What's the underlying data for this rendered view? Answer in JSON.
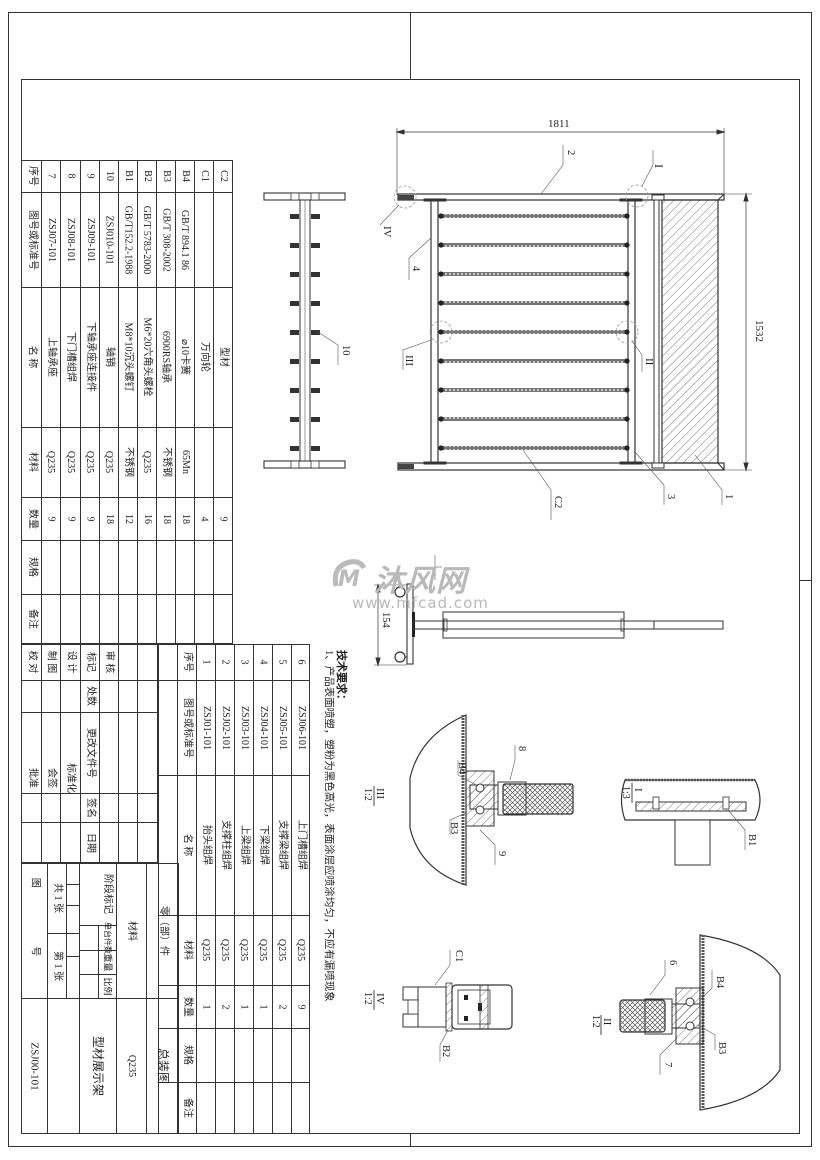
{
  "drawing": {
    "title_block": {
      "part_type": "零（部）件",
      "drawing_name": "总装图",
      "material_label": "材料",
      "material": "Q235",
      "product_name": "型材展示架",
      "drawing_no_label": "图 号",
      "drawing_no": "ZSJ00-101",
      "stage_mark": "阶段标记",
      "unit_count": "单台件数",
      "weight": "重量",
      "scale": "比例",
      "total_sheets": "共 1 张",
      "sheet_no": "第 1 张",
      "sign_rows": [
        "标记",
        "设 计",
        "制 图",
        "校 对",
        "审 核"
      ],
      "sign_cols": [
        "处数",
        "更改文件号",
        "签名",
        "日期"
      ],
      "standardization": "标准化",
      "countersign": "会签",
      "approve": "批准"
    },
    "bom_upper": {
      "headers": [
        "序号",
        "图号或标准号",
        "名 称",
        "材料",
        "数量",
        "规格",
        "备注"
      ],
      "rows": [
        {
          "no": "C2",
          "code": "",
          "name": "型材",
          "material": "",
          "qty": "9"
        },
        {
          "no": "C1",
          "code": "",
          "name": "万向轮",
          "material": "",
          "qty": "4"
        },
        {
          "no": "B4",
          "code": "GB/T 894.1 86",
          "name": "⌀10卡簧",
          "material": "65Mn",
          "qty": "18"
        },
        {
          "no": "B3",
          "code": "GB/T 308-2002",
          "name": "6900RS轴承",
          "material": "不锈钢",
          "qty": "18"
        },
        {
          "no": "B2",
          "code": "GB/T 5783-2000",
          "name": "M6*20六角头螺栓",
          "material": "Q235",
          "qty": "16"
        },
        {
          "no": "B1",
          "code": "GB/T152.2-1988",
          "name": "M8*10沉头螺钉",
          "material": "不锈钢",
          "qty": "12"
        },
        {
          "no": "10",
          "code": "ZSJ010-101",
          "name": "轴销",
          "material": "Q235",
          "qty": "18"
        },
        {
          "no": "9",
          "code": "ZSJ09-101",
          "name": "下轴承座连接件",
          "material": "Q235",
          "qty": "9"
        },
        {
          "no": "8",
          "code": "ZSJ08-101",
          "name": "下门槽组焊",
          "material": "Q235",
          "qty": "9"
        },
        {
          "no": "7",
          "code": "ZSJ07-101",
          "name": "上轴承座",
          "material": "Q235",
          "qty": "9"
        }
      ]
    },
    "bom_lower": {
      "headers": [
        "序号",
        "图号或标准号",
        "名 称",
        "材料",
        "数量",
        "规格",
        "备注"
      ],
      "rows": [
        {
          "no": "6",
          "code": "ZSJ06-101",
          "name": "上门槽组焊",
          "material": "Q235",
          "qty": "9"
        },
        {
          "no": "5",
          "code": "ZSJ05-101",
          "name": "支撑梁组焊",
          "material": "Q235",
          "qty": "2"
        },
        {
          "no": "4",
          "code": "ZSJ04-101",
          "name": "下梁组焊",
          "material": "Q235",
          "qty": "1"
        },
        {
          "no": "3",
          "code": "ZSJ03-101",
          "name": "上梁组焊",
          "material": "Q235",
          "qty": "1"
        },
        {
          "no": "2",
          "code": "ZSJ02-101",
          "name": "支撑柱组焊",
          "material": "Q235",
          "qty": "2"
        },
        {
          "no": "1",
          "code": "ZSJ01-101",
          "name": "抬头组焊",
          "material": "Q235",
          "qty": "1"
        }
      ]
    },
    "tech_requirements": {
      "title": "技术要求：",
      "items": [
        "1、产品表面喷塑，塑粉为黑色高光，表面涂层应喷涂均匀，不应有漏喷现象"
      ]
    },
    "dimensions": {
      "width": "1811",
      "height": "1532",
      "side_depth": "154"
    },
    "callouts": {
      "main": [
        "2",
        "I",
        "IV",
        "4",
        "III",
        "II",
        "C2",
        "3",
        "1"
      ],
      "side": [
        "10"
      ]
    },
    "detail_views": [
      {
        "id": "III",
        "scale": "1:2",
        "labels": [
          "8",
          "B4",
          "B3",
          "9"
        ]
      },
      {
        "id": "I",
        "scale": "1:3",
        "labels": [
          "B1"
        ]
      },
      {
        "id": "IV",
        "scale": "1:2",
        "labels": [
          "C1",
          "B2"
        ]
      },
      {
        "id": "II",
        "scale": "1:2",
        "labels": [
          "6",
          "B4",
          "B3",
          "7"
        ]
      }
    ],
    "watermark": {
      "brand": "沐风网",
      "url": "www.mfcad.com"
    }
  }
}
